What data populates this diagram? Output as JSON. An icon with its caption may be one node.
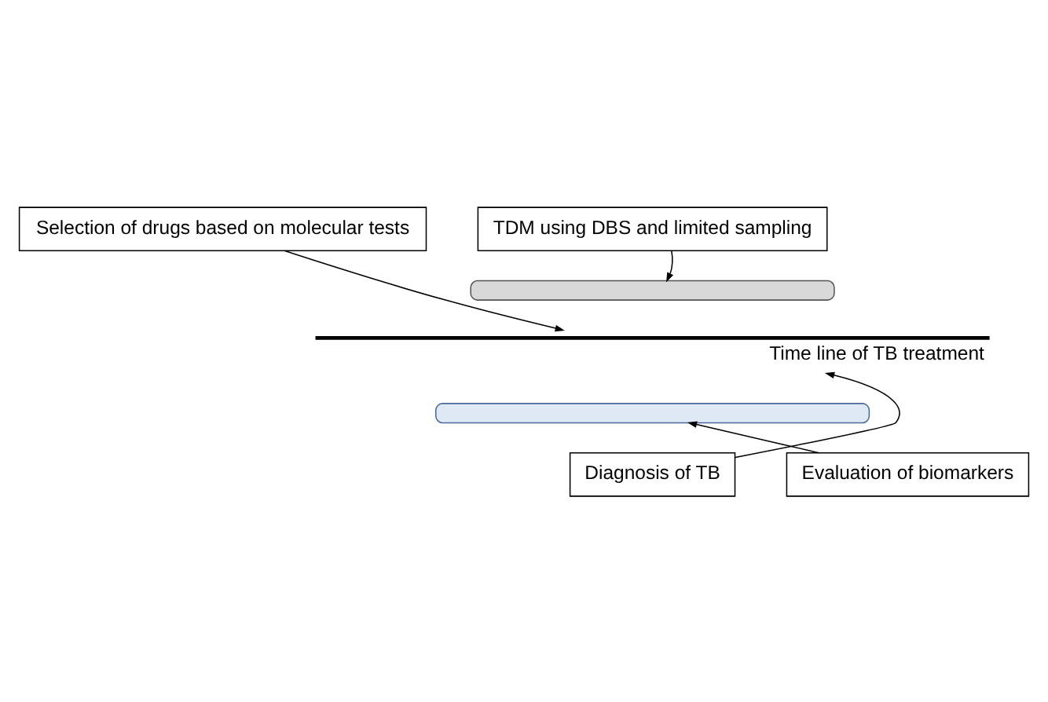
{
  "diagram": {
    "nodes": [
      {
        "text": [
          "Selection of drugs based on molecular tests"
        ]
      },
      {
        "text": [
          "TDM using DBS and limited sampling"
        ]
      },
      {
        "text": [],
        "shape": "bar"
      },
      {
        "text": [],
        "shape": "line",
        "beside": [
          "Time line of TB treatment"
        ]
      },
      {
        "text": [],
        "shape": "bar"
      },
      {
        "text": [
          "Diagnosis of TB"
        ]
      },
      {
        "text": [
          "Evaluation of biomarkers"
        ]
      }
    ],
    "edges": [
      {
        "from": 0,
        "to": 3,
        "arrow": "to"
      },
      {
        "from": 1,
        "to": 2,
        "arrow": "to"
      },
      {
        "from": 5,
        "to": 3,
        "arrow": "to"
      },
      {
        "from": 6,
        "to": 4,
        "arrow": "to"
      }
    ]
  }
}
